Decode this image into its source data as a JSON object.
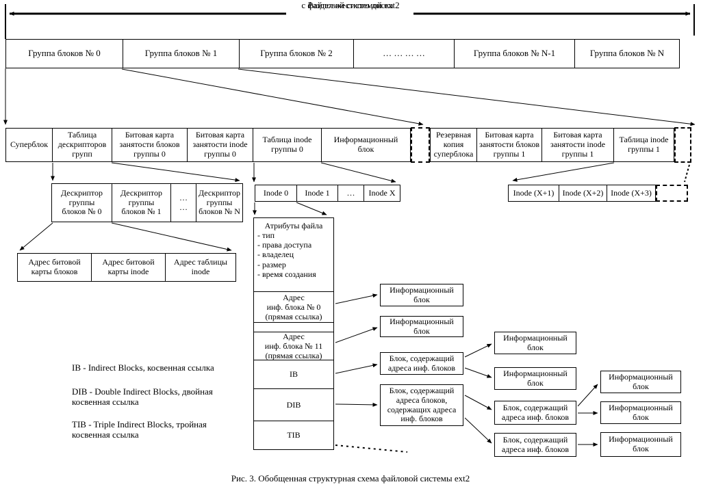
{
  "header": {
    "title_line1": "Раздел жесткого диска",
    "title_line2": "с файловой системой ext2"
  },
  "groups_row": {
    "cells": [
      "Группа блоков № 0",
      "Группа блоков № 1",
      "Группа блоков № 2",
      "… … … …",
      "Группа блоков № N-1",
      "Группа блоков № N"
    ]
  },
  "group0_layout": {
    "cells": [
      "Суперблок",
      "Таблица\nдескрипторов\nгрупп",
      "Битовая карта\nзанятости блоков\nгруппы 0",
      "Битовая карта\nзанятости inode\nгруппы 0",
      "Таблица inode\nгруппы 0",
      "Информационный\nблок"
    ]
  },
  "group1_layout": {
    "cells": [
      "Резервная\nкопия\nсуперблока",
      "Битовая карта\nзанятости блоков\nгруппы 1",
      "Битовая карта\nзанятости inode\nгруппы 1",
      "Таблица inode\nгруппы 1"
    ]
  },
  "descriptor_row": {
    "cells": [
      "Дескриптор\nгруппы\nблоков № 0",
      "Дескриптор\nгруппы\nблоков № 1",
      "…\n…",
      "Дескриптор\nгруппы\nблоков № N"
    ]
  },
  "inode_row_group0": {
    "cells": [
      "Inode 0",
      "Inode 1",
      "…",
      "Inode X"
    ]
  },
  "inode_row_group1": {
    "cells": [
      "Inode (X+1)",
      "Inode (X+2)",
      "Inode (X+3)"
    ]
  },
  "address_row": {
    "cells": [
      "Адрес битовой\nкарты блоков",
      "Адрес битовой\nкарты inode",
      "Адрес таблицы\ninode"
    ]
  },
  "inode_structure": {
    "attributes_title": "Атрибуты файла",
    "attributes_list": "- тип\n- права доступа\n- владелец\n- размер\n- время создания",
    "direct_ref_0": "Адрес\nинф. блока № 0\n(прямая ссылка)",
    "direct_ref_11": "Адрес\nинф. блока № 11\n(прямая ссылка)",
    "ib": "IB",
    "dib": "DIB",
    "tib": "TIB"
  },
  "labels": {
    "info_block": "Информационный\nблок",
    "indirect_block": "Блок, содержащий\nадреса инф. блоков",
    "double_indirect_block": "Блок, содержащий\nадреса блоков,\nсодержащих адреса\nинф. блоков"
  },
  "legend": {
    "ib": "IB - Indirect Blocks, косвенная ссылка",
    "dib": "DIB - Double Indirect Blocks, двойная\nкосвенная ссылка",
    "tib": "TIB - Triple Indirect Blocks, тройная\nкосвенная ссылка"
  },
  "caption": "Рис. 3. Обобщенная структурная схема файловой системы ext2"
}
